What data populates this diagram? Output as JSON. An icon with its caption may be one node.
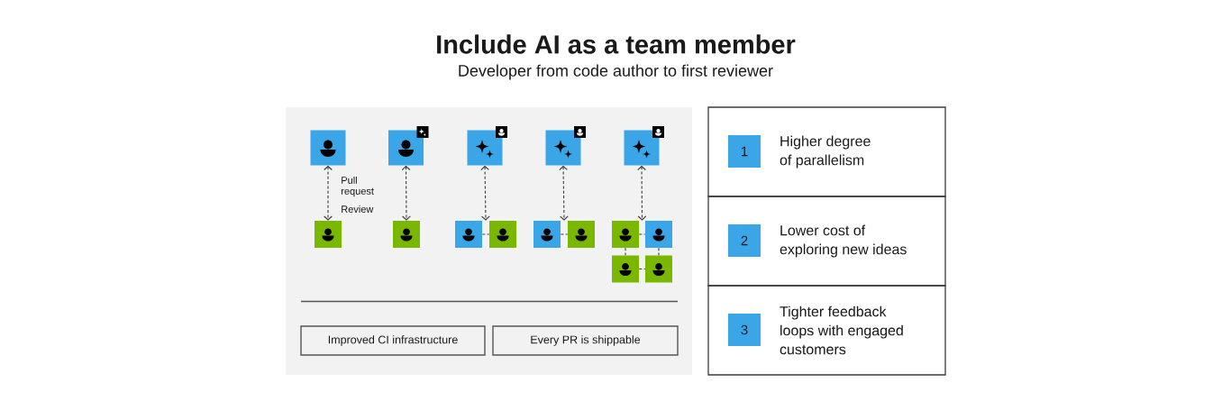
{
  "diagram": {
    "title": "Include AI as a team member",
    "nodes": [
      {
        "text": [],
        "shape": "box"
      },
      {
        "text": [],
        "shape": "box",
        "in": 0
      },
      {
        "text": [],
        "shape": "box",
        "in": 0
      },
      {
        "text": [],
        "shape": "box",
        "in": 0
      },
      {
        "text": [],
        "shape": "box",
        "in": 0
      },
      {
        "text": [],
        "shape": "box",
        "in": 0
      },
      {
        "text": [],
        "shape": "box",
        "in": 0
      },
      {
        "text": [],
        "shape": "box",
        "in": 0
      },
      {
        "text": [],
        "shape": "box",
        "in": 0
      },
      {
        "text": [],
        "shape": "box",
        "in": 0
      },
      {
        "text": [],
        "shape": "box",
        "in": 0
      },
      {
        "text": [],
        "shape": "box",
        "in": 0
      },
      {
        "text": [],
        "shape": "box",
        "in": 0
      },
      {
        "text": [],
        "shape": "box",
        "in": 0
      },
      {
        "text": [],
        "shape": "box",
        "in": 0
      },
      {
        "text": [],
        "shape": "box",
        "in": 0
      },
      {
        "text": [
          "Improved CI infrastructure"
        ],
        "in": 0
      },
      {
        "text": [
          "Every PR is shippable"
        ],
        "in": 0
      },
      {
        "text": [
          "Higher degree of parallelism"
        ]
      },
      {
        "text": [
          "1"
        ],
        "in": 18
      },
      {
        "text": [
          "Lower cost of exploring new ideas"
        ]
      },
      {
        "text": [
          "2"
        ],
        "in": 20
      },
      {
        "text": [
          "Tighter feedback loops with engaged customers"
        ]
      },
      {
        "text": [
          "3"
        ],
        "in": 22
      }
    ],
    "edges": [
      {
        "from": 1,
        "to": 2,
        "arrow": "both",
        "style": "dashed"
      },
      {
        "from": 3,
        "to": 4,
        "arrow": "both",
        "style": "dashed"
      },
      {
        "from": 5,
        "to": 6,
        "arrow": "both",
        "style": "dashed"
      },
      {
        "from": 5,
        "to": 7,
        "arrow": "both",
        "style": "dashed"
      },
      {
        "from": 6,
        "to": 7,
        "arrow": "none",
        "style": "dashed"
      },
      {
        "from": 8,
        "to": 9,
        "arrow": "both",
        "style": "dashed"
      },
      {
        "from": 8,
        "to": 10,
        "arrow": "both",
        "style": "dashed"
      },
      {
        "from": 9,
        "to": 10,
        "arrow": "none",
        "style": "dashed"
      },
      {
        "from": 11,
        "to": 12,
        "arrow": "both",
        "style": "dashed"
      },
      {
        "from": 11,
        "to": 13,
        "arrow": "both",
        "style": "dashed"
      },
      {
        "from": 12,
        "to": 13,
        "arrow": "none",
        "style": "dashed"
      },
      {
        "from": 12,
        "to": 14,
        "arrow": "none",
        "style": "dashed"
      },
      {
        "from": 13,
        "to": 15,
        "arrow": "none",
        "style": "dashed"
      },
      {
        "from": 14,
        "to": 15,
        "arrow": "none",
        "style": "dashed"
      }
    ],
    "labels": [
      "Developer from code author to first reviewer",
      "Pull request",
      "Review"
    ]
  }
}
